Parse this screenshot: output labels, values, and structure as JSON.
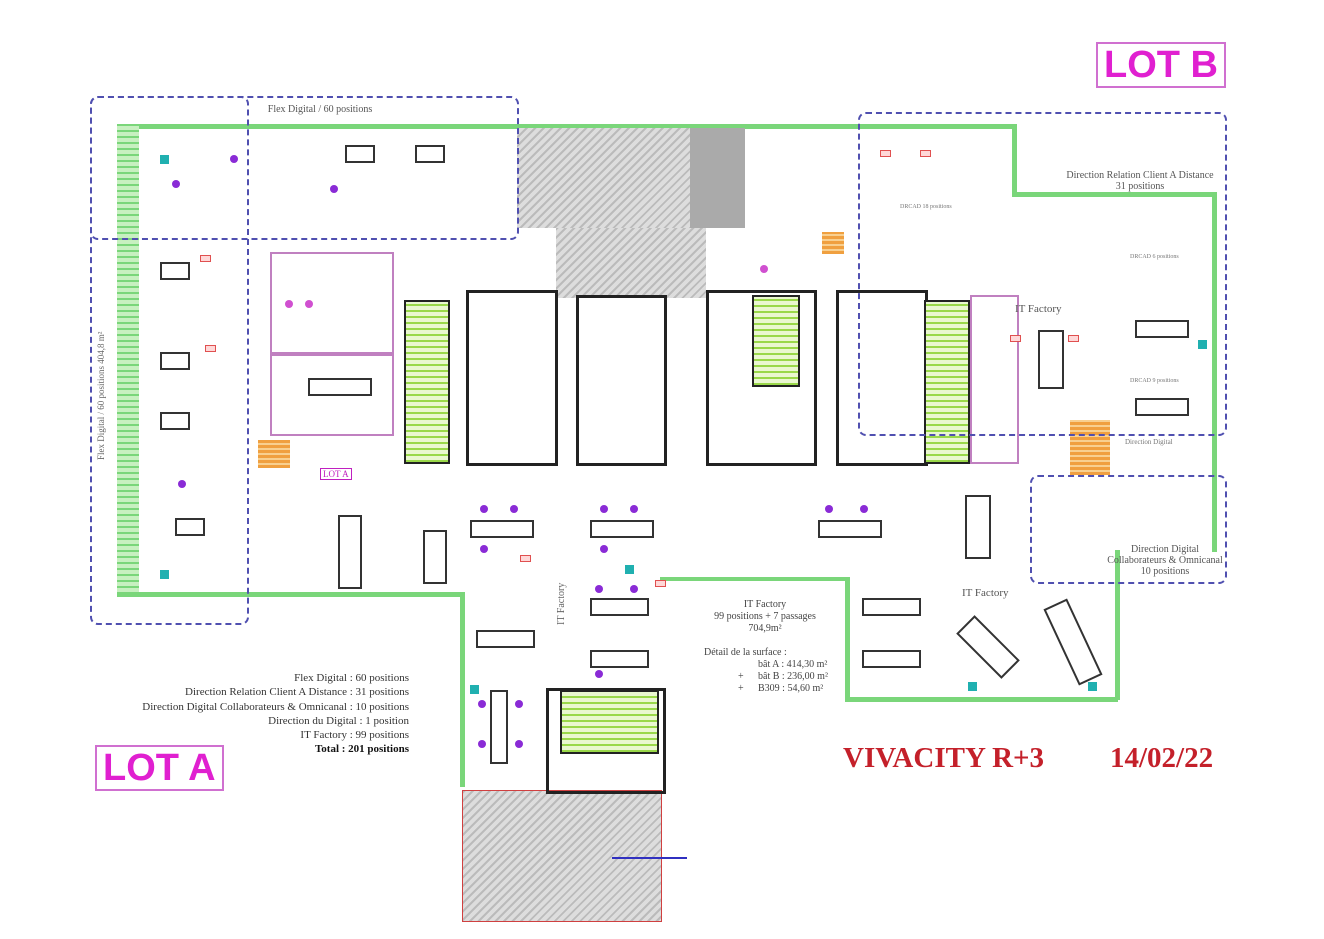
{
  "plan": {
    "title": "VIVACITY R+3",
    "date": "14/02/22",
    "lots": [
      {
        "label": "LOT A"
      },
      {
        "label": "LOT B"
      }
    ]
  },
  "zones": {
    "flex_digital": {
      "label": "Flex Digital / 60 positions",
      "side_label": "Flex Digital / 60 positions   404,8 m²"
    },
    "direction_relation_client": {
      "label": "Direction Relation Client A Distance",
      "sub": "31 positions"
    },
    "direction_digital_collab": {
      "label": "Direction Digital",
      "line2": "Collaborateurs & Omnicanal",
      "sub": "10 positions"
    },
    "direction_digital": {
      "label": "Direction Digital"
    },
    "it_factory_labels": [
      "IT Factory",
      "IT Factory",
      "IT Factory"
    ],
    "lot_a_marker": "LOT A",
    "drcad_labels": [
      "DRCAD 18 positions",
      "DRCAD 6 positions",
      "DRCAD 9 positions"
    ]
  },
  "it_factory_note": {
    "title": "IT Factory",
    "positions": "99 positions + 7 passages",
    "surface": "704,9m²",
    "detail_title": "Détail de la surface :",
    "detail": [
      {
        "prefix": "",
        "label": "bât A : 414,30 m²"
      },
      {
        "prefix": "+",
        "label": "bât B : 236,00 m²"
      },
      {
        "prefix": "+",
        "label": "B309 : 54,60 m²"
      }
    ]
  },
  "legend": {
    "items": [
      "Flex Digital : 60 positions",
      "Direction Relation Client A Distance : 31 positions",
      "Direction Digital Collaborateurs & Omnicanal : 10 positions",
      "Direction du Digital : 1 position",
      "IT Factory : 99 positions"
    ],
    "total": "Total : 201 positions"
  },
  "colors": {
    "title_red": "#c4202a",
    "lot_magenta": "#e020d0",
    "wall_green": "#7ad67a",
    "zone_blue": "#5050b0",
    "chair_purple": "#8a2bd6"
  }
}
